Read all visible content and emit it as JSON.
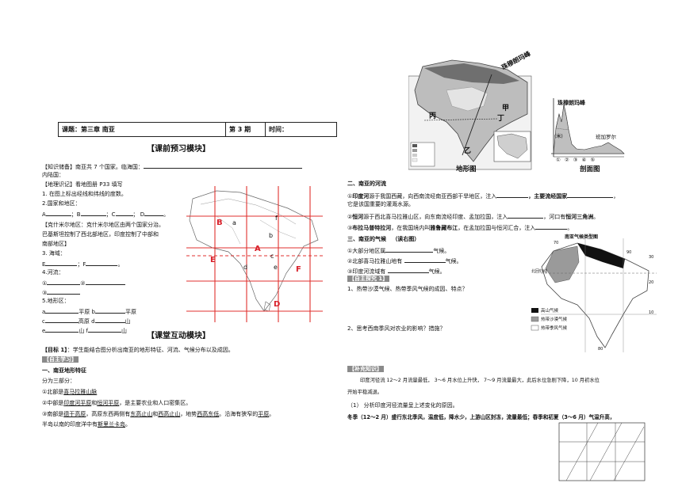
{
  "header": {
    "lesson_title": "课题：第三章 南亚",
    "period": "第 3 期",
    "time_label": "时间："
  },
  "preview": {
    "title": "【课前预习模块】",
    "lines": [
      "【知识储备】南亚共 7 个国家。临海国：",
      "内陆国：",
      "【地理识记】看地图册 P33 填写",
      "1. 在图上标出经线和纬线的度数。",
      "2.国家和地区：",
      "A",
      "；B",
      "；C",
      "； D",
      "。",
      "【克什米尔地区：克什米尔地区由两个国家分治。",
      "巴基斯坦控制了西北部地区，印度控制了中部和",
      "南部地区】",
      "3. 海域：",
      "E",
      "；F",
      "。",
      "4.河流：",
      "①",
      "②",
      "③",
      "5.地形区：",
      "a",
      "平原 b",
      "平原",
      "c",
      "高原 d",
      "山",
      "e",
      "山 f",
      "山"
    ]
  },
  "map_labels": [
    "B",
    "a",
    "f",
    "b",
    "A",
    "c",
    "E",
    "d",
    "e",
    "F",
    "D"
  ],
  "interactive": {
    "title": "【课堂互动模块】",
    "goal_label": "【目标 1】",
    "goal_text": "：学生能结合图分析出南亚的地形特征、河流、气候分布以及成因。",
    "self_study": "【自主学习】",
    "terrain_heading": "一、南亚地形特征",
    "terrain_lines": [
      "分为三部分：",
      "①北部是",
      "喜马拉雅山脉",
      "②中部是",
      "印度河平原",
      "和",
      "恒河平原",
      "，是主要农业和人口密集区。",
      "③南部是",
      "德干高原",
      "，高原东西两侧有",
      "东高止山",
      "和",
      "西高止山",
      "，地势",
      "西高东低",
      "。沿海有狭窄的",
      "平原",
      "。",
      "半岛以南的印度洋中有",
      "斯里兰卡岛",
      "。"
    ]
  },
  "figure_top": {
    "map_caption": "地形图",
    "profile_caption": "剖面图",
    "peak_label": "珠穆朗玛峰",
    "peak_label2": "珠穆朗玛峰",
    "bangalore": "班加罗尔",
    "labels": [
      "甲",
      "丙",
      "丁",
      "乙"
    ],
    "unit": "(米)",
    "markers": [
      "①",
      "②",
      "③",
      "④",
      "⑤"
    ]
  },
  "rivers": {
    "heading": "二、南亚的河流",
    "lines": [
      "①",
      "印度河",
      "源于我国西藏，向西南流经南亚西部干旱地区，注入",
      "，主要流经国家",
      "，",
      "它是该国重要的灌溉水源。",
      "②",
      "恒河",
      "源于西北喜马拉雅山区，向东南流经印度、孟加拉国，注入",
      "，河口有",
      "恒河三角洲",
      "。",
      "③",
      "布拉马普特拉河",
      "，在我国境内叫",
      "雅鲁藏布江",
      "，在孟加拉国与恒河汇合，注入",
      "。"
    ]
  },
  "climate": {
    "heading": "三、南亚的气候",
    "hint": "（读右图）",
    "lines": [
      "①大部分地区属",
      "气候。",
      "②北部喜马拉雅山地有",
      "气候。",
      "③印度河流域有",
      "气候。"
    ]
  },
  "explore": {
    "tag": "【自主探究 1】",
    "q1": "1、热带沙漠气候、热带季风气候的成因、特点？",
    "q2": "2、思考西南季风对农业的影响？措施？"
  },
  "rain_map": {
    "title": "南亚气候类型图",
    "legend": [
      "高山气候",
      "热带沙漠气候",
      "热带季风气候"
    ],
    "local_label": "北回归线",
    "degrees": [
      "90",
      "70",
      "30",
      "20",
      "10",
      "80"
    ]
  },
  "supplement": {
    "tag": "【补充知识】",
    "p1": "印度河径流 12～2 月流量最低， 3～6 月水位上升快， 7～9 月流量最大，此后水位急剧下降，10 月初水位",
    "p1b": "开始平稳减退。",
    "p2": "（1）   分析印度河径流量呈上述变化的原因。",
    "p3": "冬季（12～2 月）盛行东北季风，温度低，降水少，上游山区封冻，流量最低；春季和初夏（3～6 月）气温升高，"
  },
  "colors": {
    "map_red": "#e0312f",
    "tag_gray": "#8a8a8a"
  }
}
